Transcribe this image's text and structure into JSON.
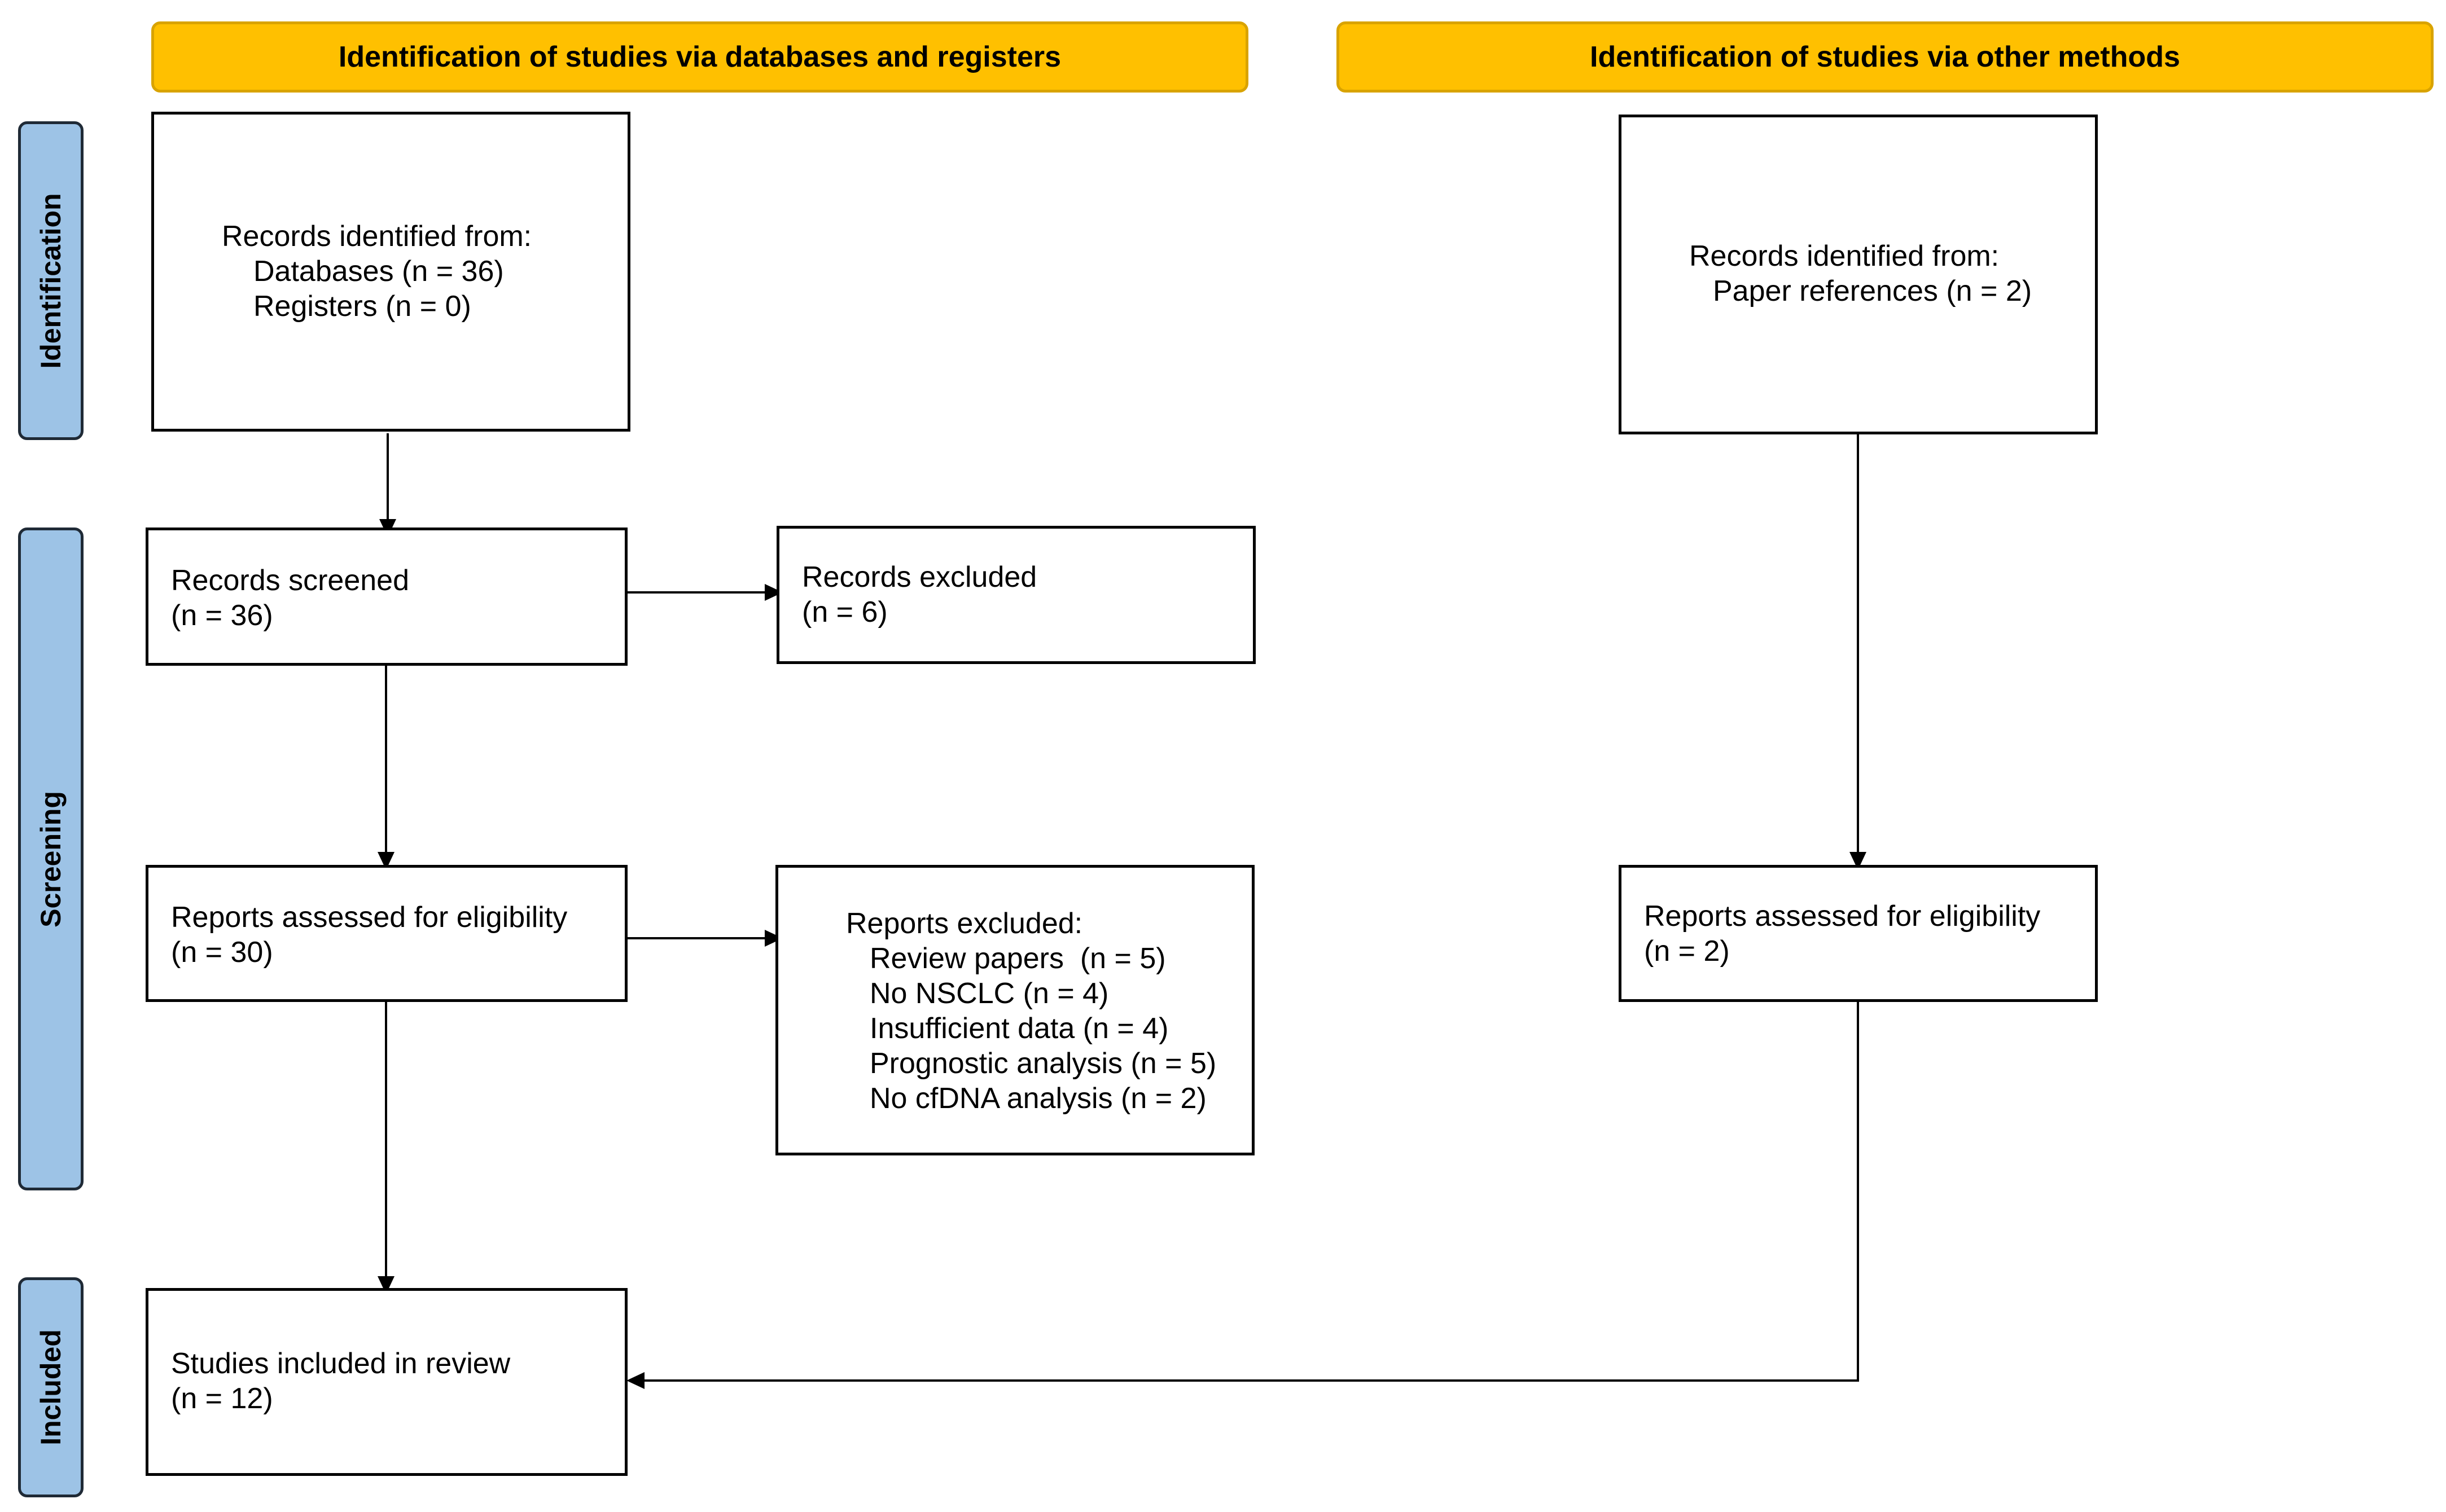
{
  "colors": {
    "header_fill": "#ffc000",
    "stage_fill": "#9dc3e6"
  },
  "headers": {
    "databases": "Identification of studies via databases and registers",
    "other": "Identification of studies via other methods"
  },
  "stages": {
    "identification": "Identification",
    "screening": "Screening",
    "included": "Included"
  },
  "boxes": {
    "records_identified_db": {
      "title": "Records identified from:",
      "line1": "Databases (n = 36)",
      "line2": "Registers (n = 0)"
    },
    "records_identified_other": {
      "title": "Records identified from:",
      "line1": "Paper references (n = 2)"
    },
    "records_screened": {
      "title": "Records screened",
      "count": "(n = 36)"
    },
    "records_excluded": {
      "title": "Records excluded",
      "count": "(n = 6)"
    },
    "reports_assessed_db": {
      "title": "Reports assessed for eligibility",
      "count": "(n = 30)"
    },
    "reports_excluded": {
      "title": "Reports excluded:",
      "reasons": [
        "Review papers  (n = 5)",
        "No NSCLC (n = 4)",
        "Insufficient data (n = 4)",
        "Prognostic analysis (n = 5)",
        "No cfDNA analysis (n = 2)"
      ]
    },
    "reports_assessed_other": {
      "title": "Reports assessed for eligibility",
      "count": "(n = 2)"
    },
    "studies_included": {
      "title": "Studies included in review",
      "count": "(n = 12)"
    }
  }
}
